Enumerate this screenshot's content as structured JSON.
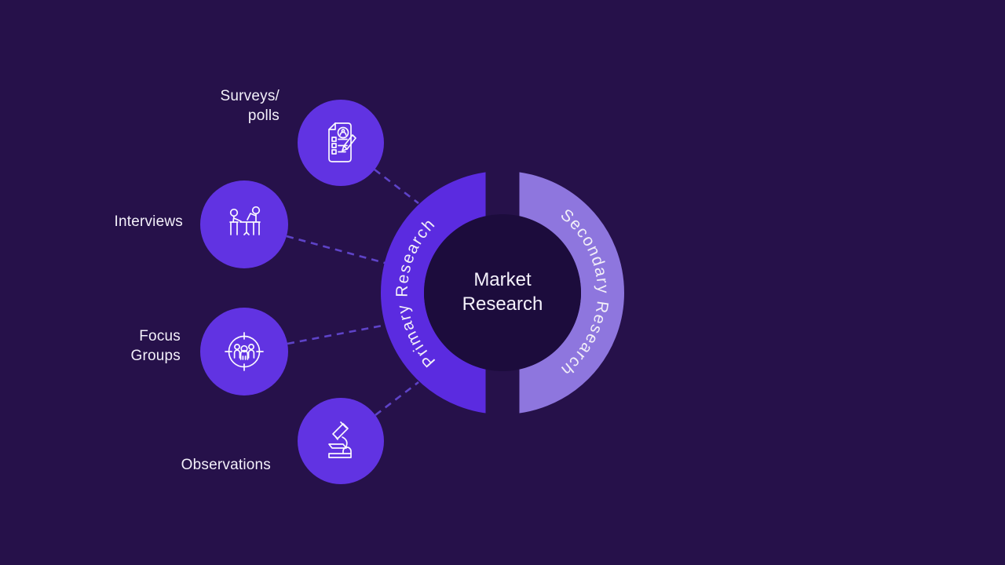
{
  "slide": {
    "background_color": "#26114A",
    "center_circle": {
      "label_line1": "Market",
      "label_line2": "Research",
      "fill": "#1C0C3C"
    },
    "ring": {
      "left_segment": {
        "label": "Primary Research",
        "fill": "#5B2BE0"
      },
      "right_segment": {
        "label": "Secondary Research",
        "fill": "#8E76DE"
      }
    },
    "connector_color": "#5E43C8",
    "node_circle_fill": "#6133E2",
    "nodes": [
      {
        "label_line1": "Surveys/",
        "label_line2": "polls",
        "icon": "survey-checklist-pencil-icon"
      },
      {
        "label_line1": "Interviews",
        "label_line2": "",
        "icon": "interview-two-people-icon"
      },
      {
        "label_line1": "Focus",
        "label_line2": "Groups",
        "icon": "focus-group-target-icon"
      },
      {
        "label_line1": "Observations",
        "label_line2": "",
        "icon": "microscope-icon"
      }
    ]
  }
}
